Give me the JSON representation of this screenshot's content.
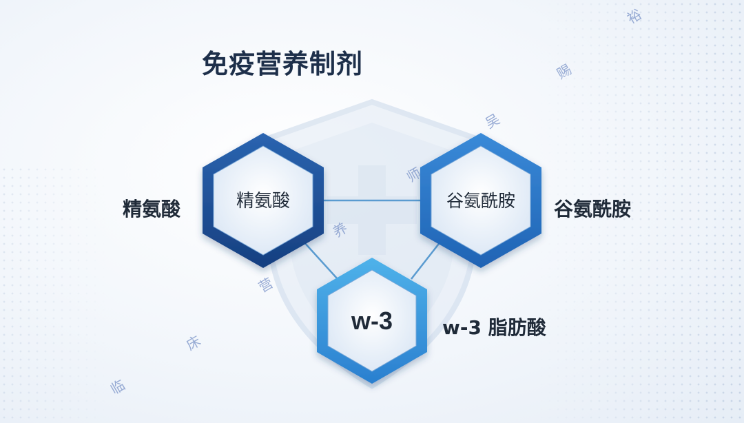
{
  "title": "免疫营养制剂",
  "nodes": [
    {
      "id": "left",
      "hex_text": "精氨酸",
      "side_label": "精氨酸"
    },
    {
      "id": "right",
      "hex_text": "谷氨酰胺",
      "side_label": "谷氨酰胺"
    },
    {
      "id": "bottom",
      "hex_text": "w-3",
      "side_label": "w-3 脂肪酸"
    }
  ],
  "watermark": [
    "临",
    "床",
    "营",
    "养",
    "师",
    "吴",
    "赐",
    "裕"
  ],
  "colors": {
    "dark_blue": "#1e56a0",
    "mid_blue": "#2f7fd0",
    "light_blue": "#3b9fe0",
    "connector": "#5a9bd0",
    "title": "#1d2f4a"
  }
}
